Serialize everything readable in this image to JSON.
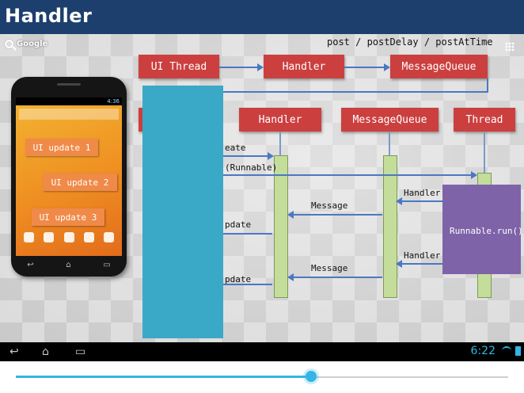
{
  "title": "Handler",
  "slide": {
    "google_label": "Google",
    "post_methods": "post / postDelay / postAtTime",
    "top_boxes": {
      "ui_thread": "UI Thread",
      "handler": "Handler",
      "message_queue": "MessageQueue"
    },
    "seq_boxes": {
      "handler": "Handler",
      "message_queue": "MessageQueue",
      "thread": "Thread"
    },
    "labels": {
      "create": "eate",
      "runnable": "(Runnable)",
      "send_message_1": "Handler.sendMessage",
      "message_1": "Message",
      "update_1": "pdate",
      "runnable_run": "Runnable.run()",
      "send_message_2": "Handler.sendMessage",
      "message_2": "Message",
      "update_2": "pdate"
    },
    "phone": {
      "status_time": "4:36",
      "buttons": [
        "UI update 1",
        "UI update 2",
        "UI update 3"
      ]
    }
  },
  "system_bar": {
    "clock": "6:22"
  },
  "seek": {
    "progress": 0.6
  }
}
